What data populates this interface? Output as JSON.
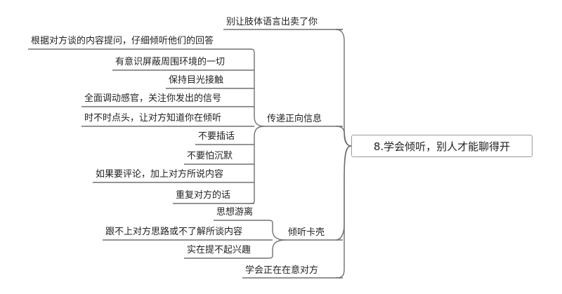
{
  "root": {
    "label": "8.学会倾听，别人才能聊得开"
  },
  "branches": [
    {
      "label": "别让肢体语言出卖了你",
      "children": []
    },
    {
      "label": "传递正向信息",
      "children": [
        {
          "label": "根据对方谈的内容提问，仔细倾听他们的回答"
        },
        {
          "label": "有意识屏蔽周围环境的一切"
        },
        {
          "label": "保持目光接触"
        },
        {
          "label": "全面调动感官，关注你发出的信号"
        },
        {
          "label": "时不时点头，让对方知道你在倾听"
        },
        {
          "label": "不要插话"
        },
        {
          "label": "不要怕沉默"
        },
        {
          "label": "如果要评论，加上对方所说内容"
        },
        {
          "label": "重复对方的话"
        }
      ]
    },
    {
      "label": "倾听卡壳",
      "children": [
        {
          "label": "思想游离"
        },
        {
          "label": "跟不上对方思路或不了解所谈内容"
        },
        {
          "label": "实在提不起兴趣"
        }
      ]
    },
    {
      "label": "学会正在在意对方",
      "children": []
    }
  ],
  "colors": {
    "line": "#707070",
    "text": "#222222",
    "root_border": "#9a9a9a"
  }
}
